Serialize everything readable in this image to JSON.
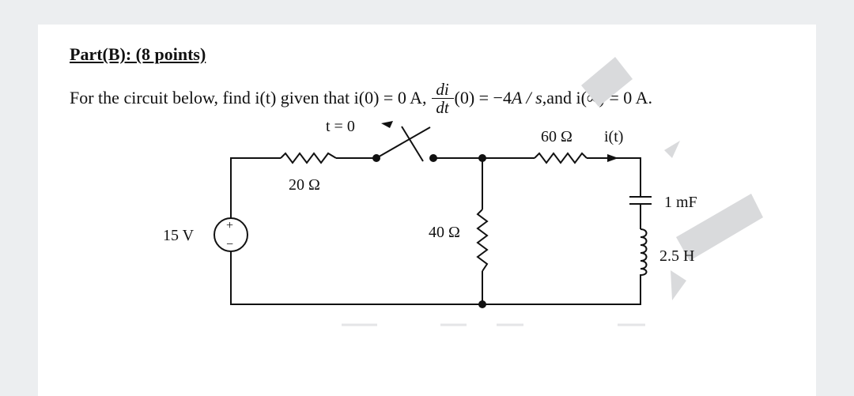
{
  "heading": "Part(B): (8 points)",
  "question": {
    "intro": "For the circuit below, find i(t) given that i(0) = 0 A,",
    "frac_num": "di",
    "frac_den": "dt",
    "deriv_value_a": "(0) = −4",
    "deriv_value_b": "A / s",
    "tail": " ,and i(∞) = 0 A."
  },
  "circuit": {
    "switch_label": "t = 0",
    "r1_label": "20 Ω",
    "r2_label": "40 Ω",
    "r3_label": "60 Ω",
    "current_label": "i(t)",
    "source_label": "15 V",
    "source_plus": "+",
    "source_minus": "−",
    "capacitor_label": "1 mF",
    "inductor_label": "2.5 H"
  },
  "colors": {
    "background": "#eceef0",
    "card": "#ffffff",
    "ink": "#111111",
    "watermark": "#d9dadc"
  }
}
